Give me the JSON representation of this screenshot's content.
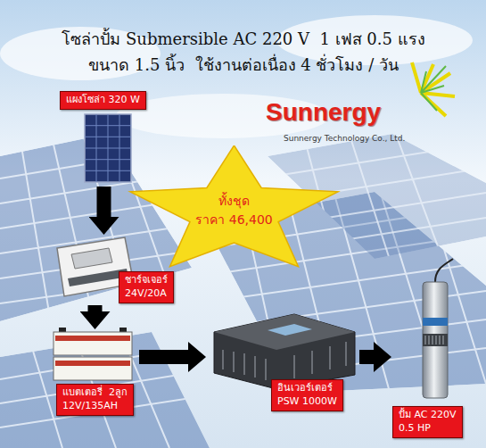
{
  "diagram": {
    "title": "โซล่าปั้ม Submersible AC 220 V  1 เฟส 0.5 แรง ขนาด 1.5 นิ้ว  ใช้งานต่อเนื่อง 4 ชั่วโมง / วัน",
    "nodes": [
      {
        "text": [
          "แผงโซล่า 320 W"
        ]
      },
      {
        "text": [
          "ทั้งชุด",
          "ราคา 46,400"
        ]
      },
      {
        "text": [
          "ชาร์จเจอร์",
          "24V/20A"
        ]
      },
      {
        "text": [
          "แบตเตอรี่  2ลูก",
          "12V/135AH"
        ]
      },
      {
        "text": [
          "อินเวอร์เตอร์",
          "PSW 1000W"
        ]
      },
      {
        "text": [
          "ปั้ม AC 220V",
          "0.5 HP"
        ]
      }
    ],
    "edges": [
      {
        "from": 0,
        "to": 2,
        "arrow": "to"
      },
      {
        "from": 2,
        "to": 3,
        "arrow": "to"
      },
      {
        "from": 3,
        "to": 4,
        "arrow": "to"
      },
      {
        "from": 4,
        "to": 5,
        "arrow": "to"
      }
    ],
    "labels": [
      "Sunnergy",
      "Sunnergy Technology Co., Ltd."
    ]
  }
}
